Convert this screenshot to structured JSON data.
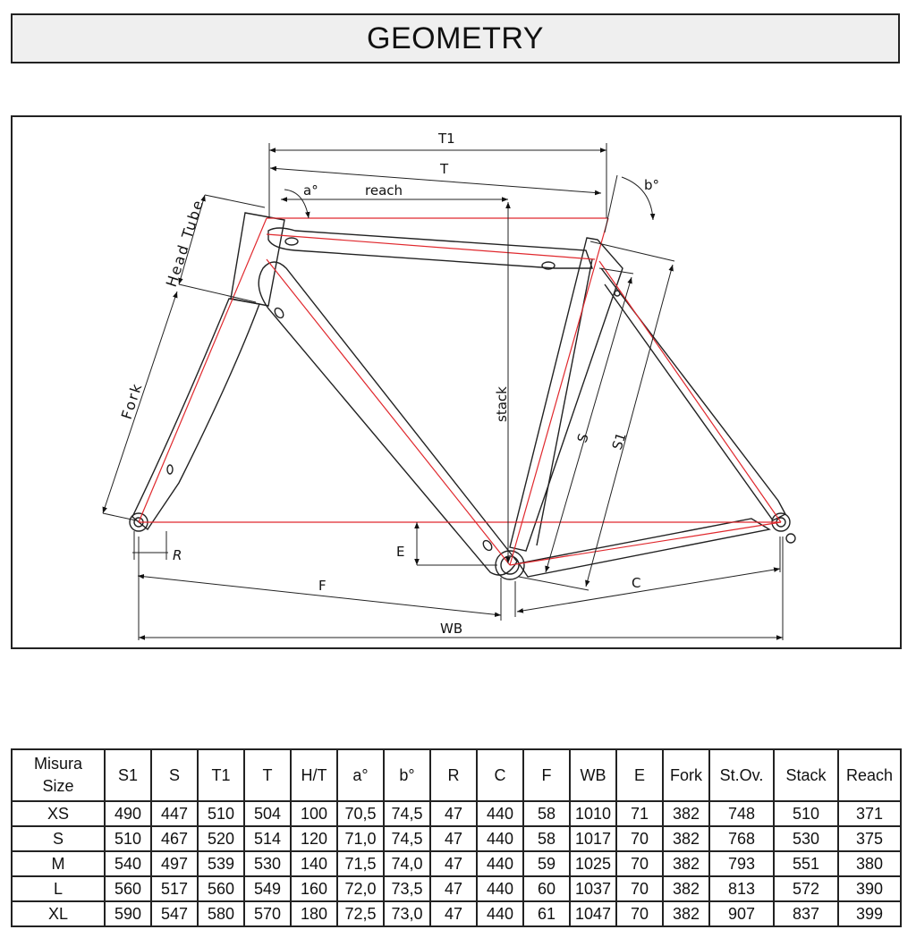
{
  "title": "GEOMETRY",
  "diagram": {
    "labels": {
      "t1": "T1",
      "t": "T",
      "reach": "reach",
      "a": "a°",
      "b": "b°",
      "head_tube": "Head Tube",
      "fork": "Fork",
      "stack": "stack",
      "s": "S",
      "s1": "S1",
      "e": "E",
      "r": "R",
      "f": "F",
      "c": "C",
      "wb": "WB"
    }
  },
  "table": {
    "header_line1": "Misura",
    "header_line2": "Size",
    "columns": [
      "S1",
      "S",
      "T1",
      "T",
      "H/T",
      "a°",
      "b°",
      "R",
      "C",
      "F",
      "WB",
      "E",
      "Fork",
      "St.Ov.",
      "Stack",
      "Reach"
    ],
    "rows": [
      {
        "size": "XS",
        "values": [
          "490",
          "447",
          "510",
          "504",
          "100",
          "70,5",
          "74,5",
          "47",
          "440",
          "58",
          "1010",
          "71",
          "382",
          "748",
          "510",
          "371"
        ]
      },
      {
        "size": "S",
        "values": [
          "510",
          "467",
          "520",
          "514",
          "120",
          "71,0",
          "74,5",
          "47",
          "440",
          "58",
          "1017",
          "70",
          "382",
          "768",
          "530",
          "375"
        ]
      },
      {
        "size": "M",
        "values": [
          "540",
          "497",
          "539",
          "530",
          "140",
          "71,5",
          "74,0",
          "47",
          "440",
          "59",
          "1025",
          "70",
          "382",
          "793",
          "551",
          "380"
        ]
      },
      {
        "size": "L",
        "values": [
          "560",
          "517",
          "560",
          "549",
          "160",
          "72,0",
          "73,5",
          "47",
          "440",
          "60",
          "1037",
          "70",
          "382",
          "813",
          "572",
          "390"
        ]
      },
      {
        "size": "XL",
        "values": [
          "590",
          "547",
          "580",
          "570",
          "180",
          "72,5",
          "73,0",
          "47",
          "440",
          "61",
          "1047",
          "70",
          "382",
          "907",
          "837",
          "399"
        ]
      }
    ]
  }
}
